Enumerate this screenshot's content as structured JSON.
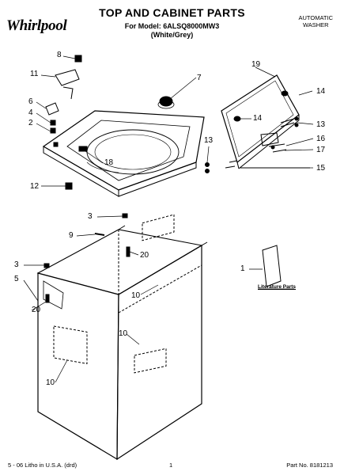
{
  "header": {
    "brand": "Whirlpool",
    "title": "TOP AND CABINET PARTS",
    "model_line": "For Model: 6ALSQ8000MW3",
    "variant": "(White/Grey)",
    "appliance_type_line1": "AUTOMATIC",
    "appliance_type_line2": "WASHER"
  },
  "callouts": {
    "c8": "8",
    "c11": "11",
    "c6": "6",
    "c4": "4",
    "c2": "2",
    "c7": "7",
    "c19": "19",
    "c14a": "14",
    "c14b": "14",
    "c13a": "13",
    "c13b": "13",
    "c16": "16",
    "c17": "17",
    "c15": "15",
    "c18": "18",
    "c12": "12",
    "c3a": "3",
    "c9": "9",
    "c20a": "20",
    "c3b": "3",
    "c5": "5",
    "c10a": "10",
    "c20b": "20",
    "c10b": "10",
    "c10c": "10",
    "c1": "1"
  },
  "literature_label": "Literature Parts",
  "footer": {
    "litho": "5 - 06 Litho in U.S.A. (drd)",
    "page": "1",
    "part_no": "Part No. 8181213"
  }
}
